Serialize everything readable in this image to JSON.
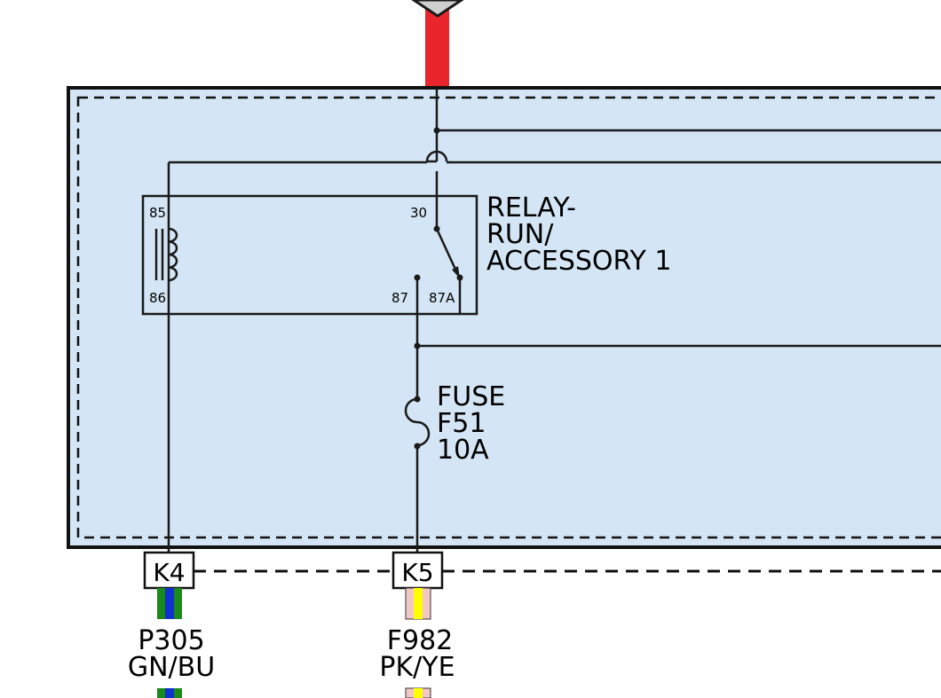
{
  "relay": {
    "title_lines": [
      "RELAY-",
      "RUN/",
      "ACCESSORY 1"
    ],
    "pins": {
      "p85": "85",
      "p86": "86",
      "p30": "30",
      "p87": "87",
      "p87a": "87A"
    }
  },
  "fuse": {
    "lines": [
      "FUSE",
      "F51",
      "10A"
    ]
  },
  "connectors": [
    {
      "id": "K4",
      "circuit": "P305",
      "color_code": "GN/BU",
      "stripe_outer": "#1a8a1a",
      "stripe_inner": "#1030d0"
    },
    {
      "id": "K5",
      "circuit": "F982",
      "color_code": "PK/YE",
      "stripe_outer": "#f4c7c7",
      "stripe_inner": "#ffff00"
    }
  ],
  "colors": {
    "module_fill": "#d4e6f5",
    "feed_wire": "#e8262b",
    "line": "#1a1a1a"
  }
}
